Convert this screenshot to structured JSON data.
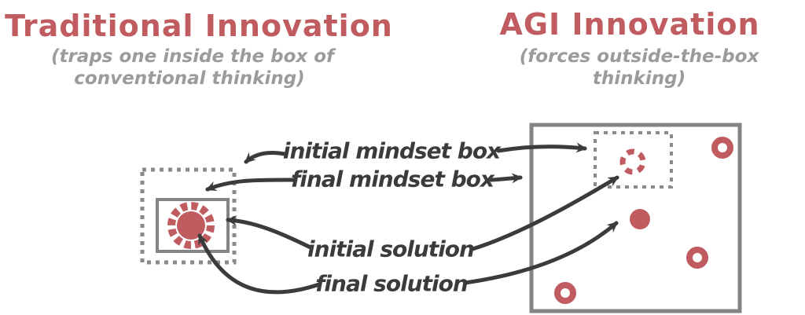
{
  "colors": {
    "accent_red": "#c05b60",
    "label_dark": "#3b3b3b",
    "subtitle_gray": "#9b9b9b",
    "box_gray": "#848484",
    "dot_gray": "#8a8a8a",
    "background": "#ffffff"
  },
  "left_panel": {
    "title": "Traditional Innovation",
    "subtitle_line1": "(traps one inside the box of",
    "subtitle_line2": "conventional thinking)"
  },
  "right_panel": {
    "title": "AGI Innovation",
    "subtitle_line1": "(forces outside-the-box",
    "subtitle_line2": "thinking)"
  },
  "labels": {
    "initial_mindset_box": "initial mindset box",
    "final_mindset_box": "final mindset box",
    "initial_solution": "initial solution",
    "final_solution": "final solution"
  },
  "icons": {
    "left_initial_mindset_box": "dotted-square-box",
    "left_final_mindset_box": "solid-square-box",
    "left_initial_solution": "dashed-gear-ring",
    "left_final_solution": "solid-red-circle",
    "right_final_mindset_box": "large-solid-box",
    "right_initial_mindset_box": "dashed-stamp-box",
    "right_initial_solution": "dashed-red-ring",
    "right_final_solution": "solid-red-dot",
    "right_other_ideas": "red-donut-dots"
  }
}
